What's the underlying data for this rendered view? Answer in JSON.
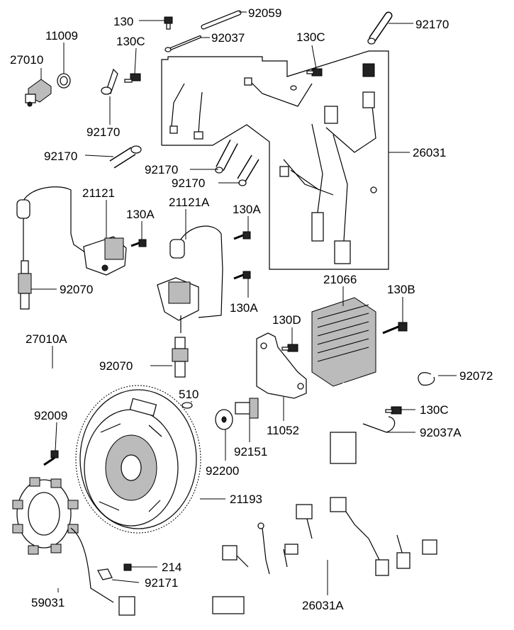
{
  "diagram": {
    "labels": [
      {
        "id": "l130",
        "text": "130"
      },
      {
        "id": "l92059",
        "text": "92059"
      },
      {
        "id": "l11009",
        "text": "11009"
      },
      {
        "id": "l130c_top",
        "text": "130C"
      },
      {
        "id": "l92037",
        "text": "92037"
      },
      {
        "id": "l130c_harness",
        "text": "130C"
      },
      {
        "id": "l92170_top",
        "text": "92170"
      },
      {
        "id": "l27010",
        "text": "27010"
      },
      {
        "id": "l92170_clip",
        "text": "92170"
      },
      {
        "id": "l26031",
        "text": "26031"
      },
      {
        "id": "l92170_left",
        "text": "92170"
      },
      {
        "id": "l92170_mid1",
        "text": "92170"
      },
      {
        "id": "l92170_mid2",
        "text": "92170"
      },
      {
        "id": "l21121",
        "text": "21121"
      },
      {
        "id": "l130a_1",
        "text": "130A"
      },
      {
        "id": "l21121a",
        "text": "21121A"
      },
      {
        "id": "l130a_2",
        "text": "130A"
      },
      {
        "id": "l92070_1",
        "text": "92070"
      },
      {
        "id": "l130a_3",
        "text": "130A"
      },
      {
        "id": "l21066",
        "text": "21066"
      },
      {
        "id": "l130b",
        "text": "130B"
      },
      {
        "id": "l130d",
        "text": "130D"
      },
      {
        "id": "l27010a",
        "text": "27010A"
      },
      {
        "id": "l92070_2",
        "text": "92070"
      },
      {
        "id": "l92072",
        "text": "92072"
      },
      {
        "id": "l510",
        "text": "510"
      },
      {
        "id": "l92009",
        "text": "92009"
      },
      {
        "id": "l130c_reg",
        "text": "130C"
      },
      {
        "id": "l11052",
        "text": "11052"
      },
      {
        "id": "l92151",
        "text": "92151"
      },
      {
        "id": "l92037a",
        "text": "92037A"
      },
      {
        "id": "l92200",
        "text": "92200"
      },
      {
        "id": "l21193",
        "text": "21193"
      },
      {
        "id": "l214",
        "text": "214"
      },
      {
        "id": "l92171",
        "text": "92171"
      },
      {
        "id": "l59031",
        "text": "59031"
      },
      {
        "id": "l26031a",
        "text": "26031A"
      }
    ]
  }
}
